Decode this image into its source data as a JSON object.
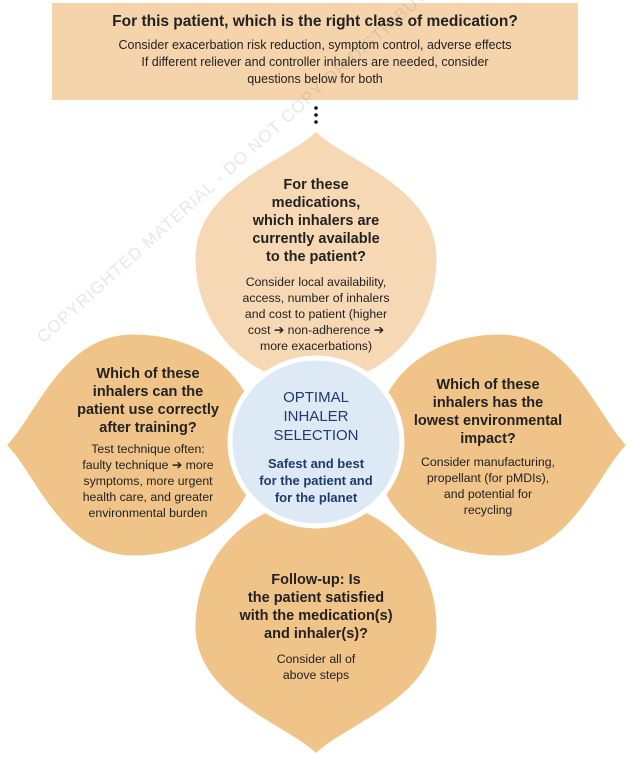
{
  "top": {
    "title": "For this patient, which is the right class of medication?",
    "lines": [
      "Consider exacerbation risk reduction, symptom control, adverse effects",
      "If different reliever and controller inhalers are needed, consider",
      "questions below for both"
    ]
  },
  "connector": "⋮",
  "petals": {
    "top": {
      "question": [
        "For these",
        "medications,",
        "which inhalers are",
        "currently available",
        "to the patient?"
      ],
      "body": [
        "Consider local availability,",
        "access, number of inhalers",
        "and cost to patient (higher",
        "cost ➔ non-adherence ➔",
        "more exacerbations)"
      ]
    },
    "left": {
      "question": [
        "Which of these",
        "inhalers can the",
        "patient use correctly",
        "after training?"
      ],
      "body": [
        "Test technique often:",
        "faulty technique ➔ more",
        "symptoms, more urgent",
        "health care, and greater",
        "environmental burden"
      ]
    },
    "right": {
      "question": [
        "Which of these",
        "inhalers has the",
        "lowest environmental",
        "impact?"
      ],
      "body": [
        "Consider manufacturing,",
        "propellant (for pMDIs),",
        "and potential for",
        "recycling"
      ]
    },
    "bottom": {
      "question": [
        "Follow-up: Is",
        "the patient satisfied",
        "with the medication(s)",
        "and inhaler(s)?"
      ],
      "body": [
        "Consider all of",
        "above steps"
      ]
    }
  },
  "center": {
    "title": [
      "OPTIMAL",
      "INHALER",
      "SELECTION"
    ],
    "subtitle": [
      "Safest and best",
      "for the patient and",
      "for the planet"
    ]
  },
  "watermark": "COPYRIGHTED MATERIAL - DO NOT COPY OR DISTRIBUTE",
  "colors": {
    "box": "#f5d4ab",
    "petal_light": "#f6d8b4",
    "petal": "#f0c388",
    "center": "#dde9f5",
    "navy": "#1f3b6a"
  }
}
